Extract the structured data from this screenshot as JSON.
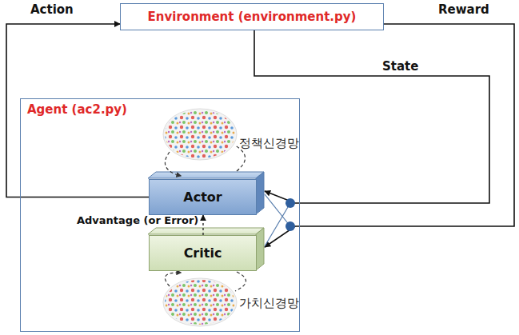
{
  "diagram": {
    "nodes": [
      {
        "text": [
          "Environment (environment.py)"
        ]
      },
      {
        "text": [
          "Agent (ac2.py)"
        ]
      },
      {
        "text": [
          "Actor"
        ],
        "in": 1
      },
      {
        "text": [
          "Critic"
        ],
        "in": 1
      }
    ],
    "edges": [
      {
        "from": 2,
        "to": 0,
        "label": "Action",
        "arrow": "to"
      },
      {
        "from": 0,
        "to": 2,
        "label": "State",
        "arrow": "to"
      },
      {
        "from": 0,
        "to": 3,
        "label": "Reward",
        "arrow": "to"
      },
      {
        "from": 3,
        "to": 2,
        "label": "Advantage (or Error)",
        "arrow": "to"
      }
    ],
    "labels": [
      "정책신경망",
      "가치신경망"
    ]
  }
}
